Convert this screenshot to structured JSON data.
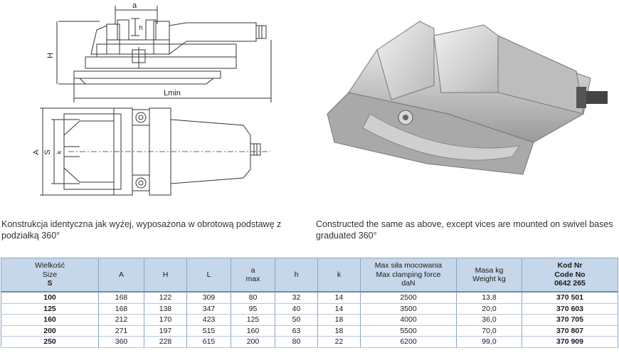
{
  "drawing": {
    "dim_a": "a",
    "dim_h": "h",
    "dim_H": "H",
    "dim_Lmin": "Lmin",
    "dim_A": "A",
    "dim_S": "S",
    "dim_k": "k"
  },
  "captions": {
    "pl": "Konstrukcja identyczna jak wyżej, wyposażona w obrotową podstawę z podziałką 360°",
    "en": "Constructed the same as above, except vices are mounted on swivel bases graduated 360°"
  },
  "table": {
    "headers": {
      "size_l1": "Wielkość",
      "size_l2": "Size",
      "size_l3": "S",
      "A": "A",
      "H": "H",
      "L": "L",
      "a_l1": "a",
      "a_l2": "max",
      "h": "h",
      "k": "k",
      "force_l1": "Max siła mocowania",
      "force_l2": "Max clamping force",
      "force_l3": "daN",
      "mass_l1": "Masa kg",
      "mass_l2": "Weight kg",
      "code_l1": "Kod Nr",
      "code_l2": "Code No",
      "code_l3": "0642 265"
    },
    "rows": [
      [
        "100",
        "168",
        "122",
        "309",
        "80",
        "32",
        "14",
        "2500",
        "13,8",
        "370 501"
      ],
      [
        "125",
        "168",
        "138",
        "347",
        "95",
        "40",
        "14",
        "3500",
        "20,0",
        "370 603"
      ],
      [
        "160",
        "212",
        "170",
        "423",
        "125",
        "50",
        "18",
        "4000",
        "36,0",
        "370 705"
      ],
      [
        "200",
        "271",
        "197",
        "515",
        "160",
        "63",
        "18",
        "5500",
        "70,0",
        "370 807"
      ],
      [
        "250",
        "360",
        "228",
        "615",
        "200",
        "80",
        "22",
        "6200",
        "99,0",
        "370 909"
      ]
    ]
  }
}
